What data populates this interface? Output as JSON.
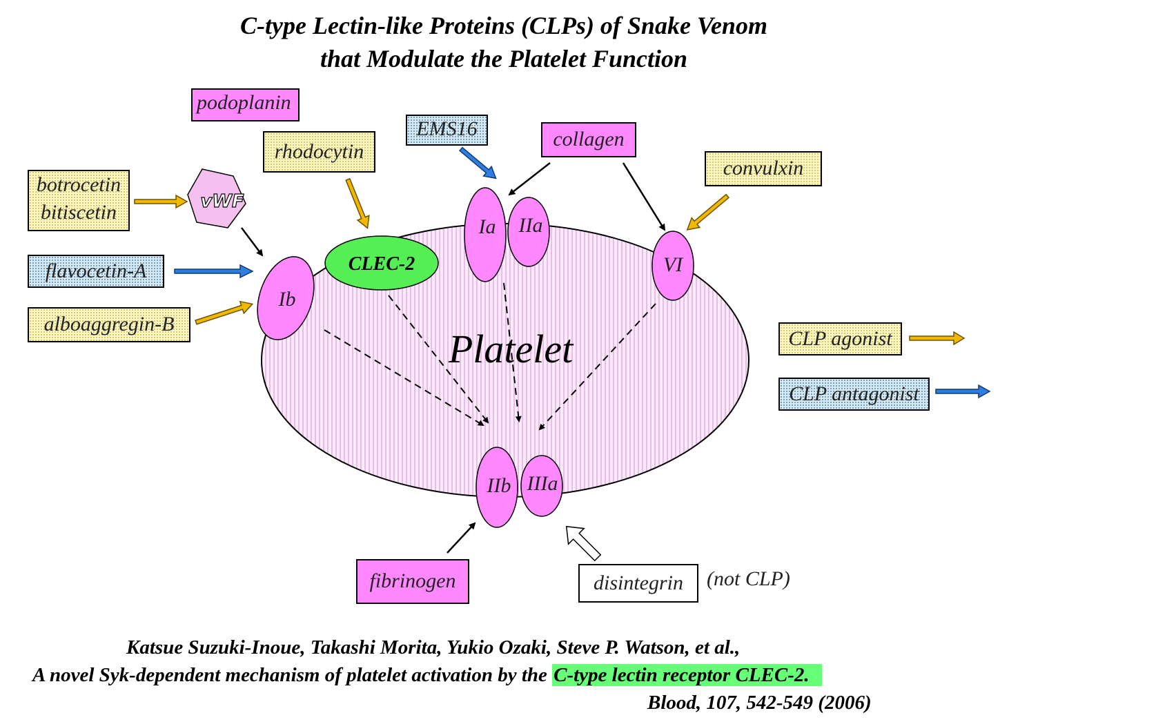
{
  "title": {
    "line1": "C-type Lectin-like Proteins (CLPs) of Snake Venom",
    "line2": "that Modulate the Platelet Function"
  },
  "platelet_label": "Platelet",
  "receptors": {
    "ib": "Ib",
    "clec2": "CLEC-2",
    "ia": "Ia",
    "iia": "IIa",
    "vi": "VI",
    "iib": "IIb",
    "iiia": "IIIa"
  },
  "vwf": "vWF",
  "ligands": {
    "podoplanin": "podoplanin",
    "rhodocytin": "rhodocytin",
    "ems16": "EMS16",
    "collagen": "collagen",
    "convulxin": "convulxin",
    "botrocetin": "botrocetin",
    "bitiscetin": "bitiscetin",
    "flavocetin": "flavocetin-A",
    "alboaggregin": "alboaggregin-B",
    "fibrinogen": "fibrinogen",
    "disintegrin": "disintegrin",
    "not_clp": "(not CLP)"
  },
  "legend": {
    "agonist": "CLP agonist",
    "antagonist": "CLP antagonist"
  },
  "citation": {
    "authors": "Katsue Suzuki-Inoue, Takashi Morita, Yukio Ozaki, Steve P. Watson, et al.,",
    "title_prefix": "A novel Syk-dependent mechanism of platelet activation by the ",
    "title_highlight": "C-type lectin receptor CLEC-2.",
    "journal": "Blood, 107, 542-549 (2006)"
  },
  "colors": {
    "receptor_fill": "#ff88ff",
    "clec2_fill": "#55ee55",
    "platelet_fill": "#f7dcf5",
    "agonist_arrow": "#f0b800",
    "antagonist_arrow": "#2e7de0",
    "highlight": "#66ff77"
  }
}
